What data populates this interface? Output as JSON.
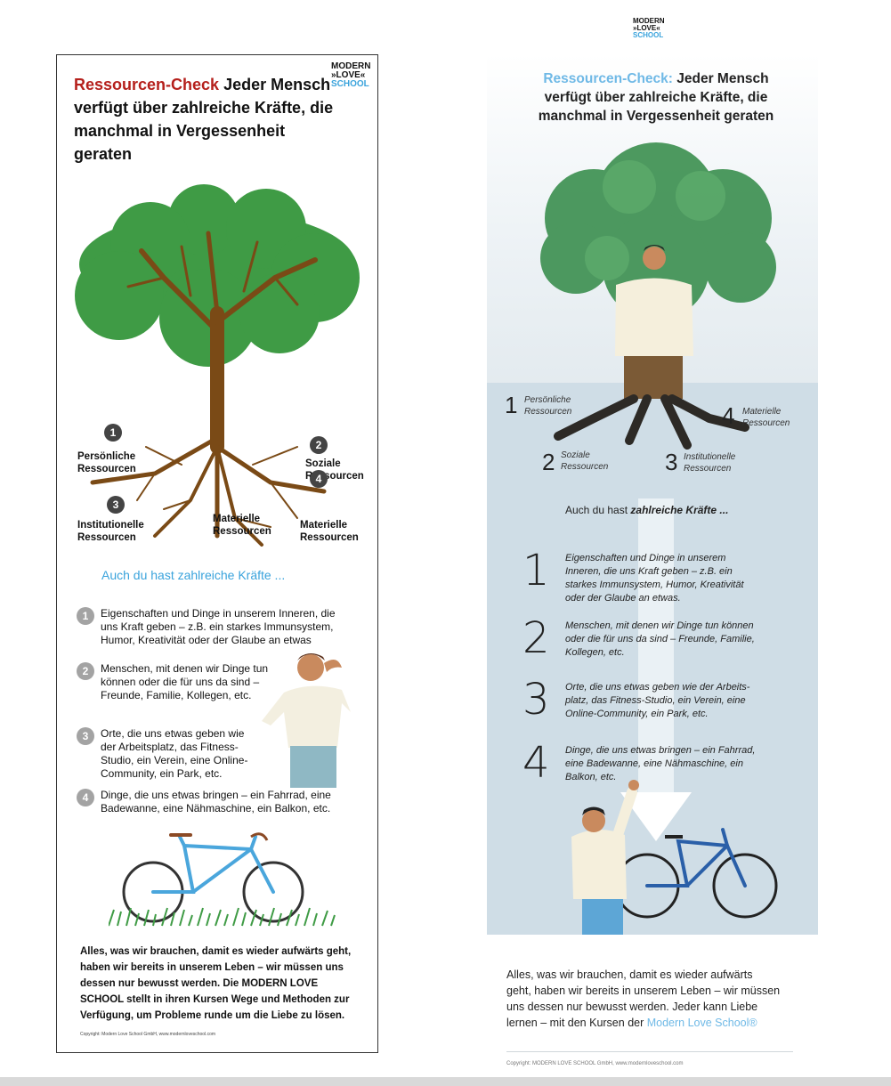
{
  "logo": {
    "line1": "MODERN",
    "line2": "»LOVE«",
    "line3": "SCHOOL"
  },
  "left": {
    "title_accent": "Ressourcen-Check",
    "title_rest": "Jeder Mensch verfügt über zahlreiche Kräfte, die manchmal in Vergessenheit geraten",
    "resources": [
      {
        "num": "1",
        "label1": "Persönliche",
        "label2": "Ressourcen"
      },
      {
        "num": "2",
        "label1": "Soziale",
        "label2": "Ressourcen"
      },
      {
        "num": "3",
        "label1": "Institutionelle",
        "label2": "Ressourcen"
      },
      {
        "num": "4",
        "label1": "Materielle",
        "label2": "Ressourcen"
      }
    ],
    "extra_label1": "Materielle",
    "extra_label2": "Ressourcen",
    "subtitle": "Auch du hast zahlreiche Kräfte ...",
    "items": [
      {
        "num": "1",
        "lines": [
          "Eigenschaften und Dinge in unserem Inneren, die",
          "uns Kraft geben – z.B. ein starkes Immunsystem,",
          "Humor, Kreativität oder der Glaube an etwas"
        ]
      },
      {
        "num": "2",
        "lines": [
          "Menschen, mit denen wir Dinge tun",
          "können oder die für uns da sind –",
          "Freunde, Familie, Kollegen, etc."
        ]
      },
      {
        "num": "3",
        "lines": [
          "Orte, die uns etwas geben wie",
          "der Arbeitsplatz, das Fitness-",
          "Studio, ein Verein, eine Online-",
          "Community, ein Park, etc."
        ]
      },
      {
        "num": "4",
        "lines": [
          "Dinge, die uns etwas bringen – ein Fahrrad, eine",
          "Badewanne, eine Nähmaschine, ein Balkon, etc."
        ]
      }
    ],
    "closing_lines": [
      "Alles, was wir brauchen, damit es wieder aufwärts geht,",
      "haben wir bereits in unserem Leben – wir müssen uns",
      "dessen nur bewusst werden. Die MODERN LOVE",
      "SCHOOL stellt in ihren Kursen Wege und Methoden zur",
      "Verfügung, um Probleme runde um die Liebe zu lösen."
    ],
    "copyright": "Copyright: Modern Love School GmbH, www.modernloveschool.com"
  },
  "right": {
    "title_accent": "Ressourcen-Check:",
    "title_line1": "Jeder Mensch",
    "title_line2": "verfügt über zahlreiche Kräfte, die",
    "title_line3": "manchmal in Vergessenheit geraten",
    "resources": [
      {
        "num": "1",
        "label1": "Persönliche",
        "label2": "Ressourcen"
      },
      {
        "num": "2",
        "label1": "Soziale",
        "label2": "Ressourcen"
      },
      {
        "num": "3",
        "label1": "Institutionelle",
        "label2": "Ressourcen"
      },
      {
        "num": "4",
        "label1": "Materielle",
        "label2": "Ressourcen"
      }
    ],
    "subtitle_plain": "Auch du hast ",
    "subtitle_bold": "zahlreiche Kräfte ...",
    "items": [
      {
        "num": "1",
        "lines": [
          "Eigenschaften und Dinge in unserem",
          "Inneren, die uns Kraft geben – z.B. ein",
          "starkes Immunsystem, Humor, Kreativität",
          "oder der Glaube an etwas."
        ]
      },
      {
        "num": "2",
        "lines": [
          "Menschen, mit denen wir Dinge tun können",
          "oder die für uns da sind – Freunde, Familie,",
          "Kollegen, etc."
        ]
      },
      {
        "num": "3",
        "lines": [
          "Orte, die uns etwas geben wie der Arbeits-",
          "platz, das Fitness-Studio, ein Verein, eine",
          "Online-Community, ein Park, etc."
        ]
      },
      {
        "num": "4",
        "lines": [
          "Dinge, die uns etwas bringen – ein Fahrrad,",
          "eine Badewanne, eine Nähmaschine, ein",
          "Balkon, etc."
        ]
      }
    ],
    "closing_lines": [
      "Alles, was wir brauchen, damit es wieder aufwärts",
      "geht, haben wir bereits in unserem Leben – wir müssen",
      "uns dessen nur bewusst werden. Jeder kann Liebe"
    ],
    "closing_last": "lernen – mit den Kursen der ",
    "closing_link": "Modern Love School®",
    "copyright": "Copyright: MODERN LOVE SCHOOL GmbH, www.modernloveschool.com"
  },
  "colors": {
    "accent_red": "#b5201c",
    "accent_blue": "#3aa3dc",
    "light_blue": "#6fb9e6",
    "tree_green": "#2e8b3a"
  }
}
